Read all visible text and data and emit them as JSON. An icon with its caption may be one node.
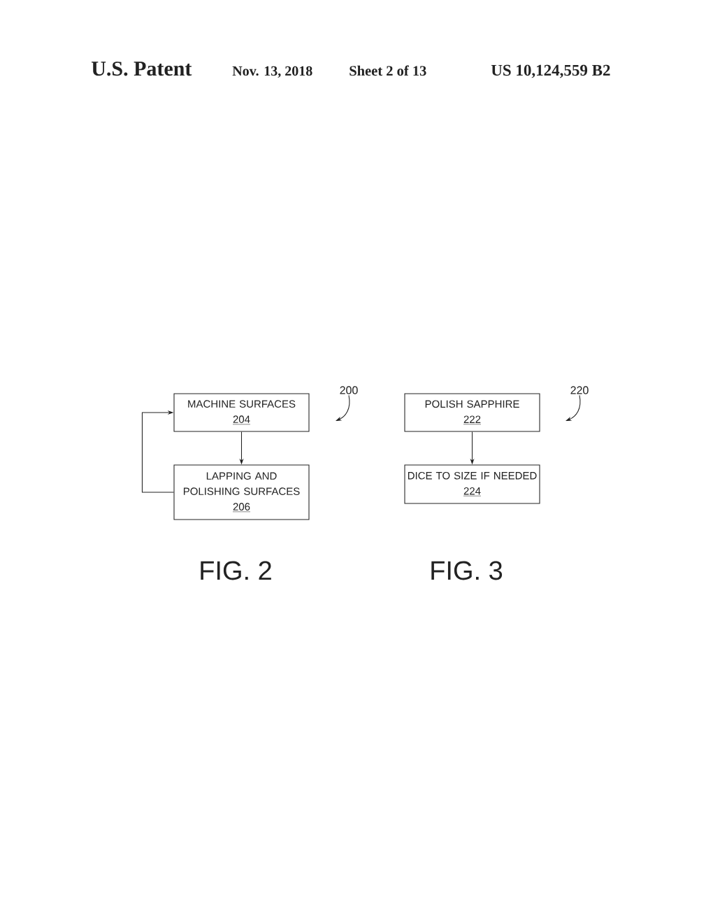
{
  "diagram": {
    "nodes": [
      {
        "text": [
          "MACHINE SURFACES",
          "204"
        ]
      },
      {
        "text": [
          "LAPPING AND POLISHING SURFACES",
          "206"
        ]
      },
      {
        "text": [
          "POLISH SAPPHIRE",
          "222"
        ]
      },
      {
        "text": [
          "DICE TO SIZE IF NEEDED",
          "224"
        ]
      },
      {
        "text": [
          "200"
        ]
      },
      {
        "text": [
          "220"
        ]
      }
    ],
    "edges": [
      {
        "from": 0,
        "to": 1,
        "arrow": "to"
      },
      {
        "from": 1,
        "to": 0,
        "arrow": "to"
      },
      {
        "from": 2,
        "to": 3,
        "arrow": "to"
      },
      {
        "from": 4,
        "to": null,
        "arrow": "to"
      },
      {
        "from": 5,
        "to": null,
        "arrow": "to"
      }
    ],
    "labels": [
      "U.S. Patent",
      "Nov. 13, 2018",
      "Sheet 2 of 13",
      "US 10,124,559 B2",
      "FIG. 2",
      "FIG. 3"
    ]
  }
}
